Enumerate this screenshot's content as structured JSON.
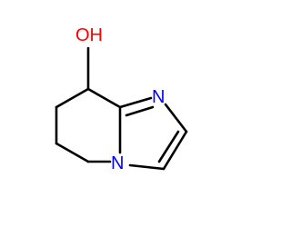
{
  "structure": {
    "atoms": [
      {
        "id": "O1",
        "label": "OH",
        "color": "#ff0000"
      },
      {
        "id": "N_imine",
        "label": "N",
        "color": "#0000ff"
      },
      {
        "id": "N_bridge",
        "label": "N",
        "color": "#0000ff"
      }
    ],
    "bond_color": "#000000"
  }
}
